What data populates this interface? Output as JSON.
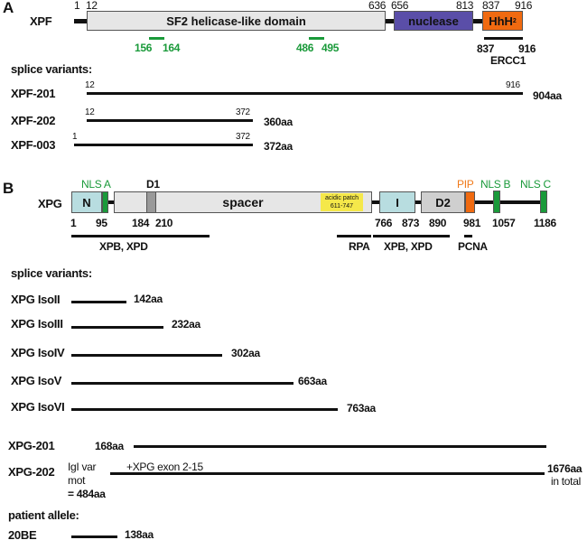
{
  "panelA": {
    "label": "A",
    "protein": "XPF",
    "domains": {
      "helicase": "SF2 helicase-like domain",
      "nuclease": "nuclease",
      "hhh": "HhH",
      "hhh_sub": "2"
    },
    "positions": {
      "p1": "1",
      "p12": "12",
      "p636": "636",
      "p656": "656",
      "p813": "813",
      "p837": "837",
      "p916": "916"
    },
    "motifs": {
      "m1a": "156",
      "m1b": "164",
      "m2a": "486",
      "m2b": "495"
    },
    "ercc1": {
      "start": "837",
      "end": "916",
      "label": "ERCC1"
    },
    "splice_heading": "splice variants:",
    "variants": [
      {
        "name": "XPF-201",
        "start": "12",
        "end": "916",
        "length": "904aa"
      },
      {
        "name": "XPF-202",
        "start": "12",
        "end": "372",
        "length": "360aa"
      },
      {
        "name": "XPF-003",
        "start": "1",
        "end": "372",
        "length": "372aa"
      }
    ],
    "colors": {
      "helicase": "#e6e6e6",
      "nuclease": "#5a4ea8",
      "hhh": "#f06a10",
      "motif": "#1a9a3a"
    }
  },
  "panelB": {
    "label": "B",
    "protein": "XPG",
    "domains": {
      "n": "N",
      "spacer": "spacer",
      "d1": "D1",
      "acidic": "acidic patch",
      "acidic_range": "611-747",
      "i": "I",
      "d2": "D2",
      "pip": "PIP",
      "nlsA": "NLS A",
      "nlsB": "NLS B",
      "nlsC": "NLS C"
    },
    "positions": [
      "1",
      "95",
      "184",
      "210",
      "766",
      "873",
      "890",
      "981",
      "1057",
      "1186"
    ],
    "interactions": [
      "XPB, XPD",
      "RPA",
      "XPB, XPD",
      "PCNA"
    ],
    "splice_heading": "splice variants:",
    "isoforms": [
      {
        "name": "XPG IsoII",
        "length": "142aa"
      },
      {
        "name": "XPG IsoIII",
        "length": "232aa"
      },
      {
        "name": "XPG IsoIV",
        "length": "302aa"
      },
      {
        "name": "XPG IsoV",
        "length": "663aa"
      },
      {
        "name": "XPG IsoVI",
        "length": "763aa"
      }
    ],
    "xpg201": {
      "name": "XPG-201",
      "length": "168aa"
    },
    "xpg202": {
      "name": "XPG-202",
      "note1": "IgI var",
      "note2": "mot",
      "note3": "= 484aa",
      "exon": "+XPG exon 2-15",
      "total": "1676aa",
      "total_note": "in total"
    },
    "patient_heading": "patient allele:",
    "patient": {
      "name": "20BE",
      "length": "138aa"
    },
    "colors": {
      "n": "#b8dde0",
      "spacer": "#e6e6e6",
      "d1": "#999999",
      "acidic": "#f5e84a",
      "d2": "#cfcfcf",
      "pip": "#f06a10",
      "nls": "#1a9a3a"
    }
  }
}
